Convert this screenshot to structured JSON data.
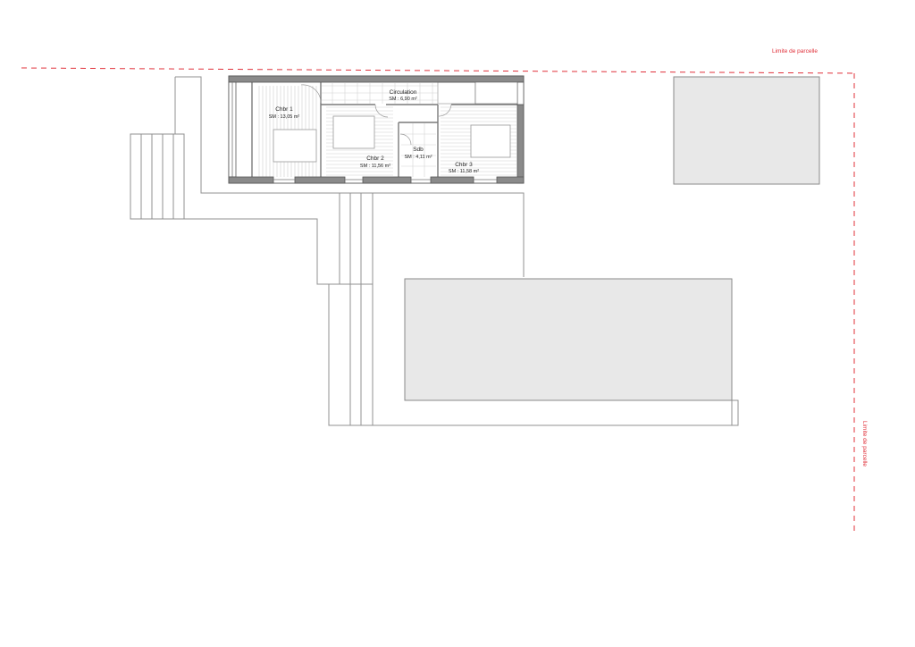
{
  "plan": {
    "limit_labels": {
      "top": "Limite de parcelle",
      "right": "Limite de parcelle"
    },
    "rooms": [
      {
        "id": "chbr1",
        "name": "Chbr 1",
        "area": "SM : 13,05 m²"
      },
      {
        "id": "circulation",
        "name": "Circulation",
        "area": "SM : 6,90 m²"
      },
      {
        "id": "chbr2",
        "name": "Chbr 2",
        "area": "SM : 11,56 m²"
      },
      {
        "id": "sdb",
        "name": "Sdb",
        "area": "SM : 4,11 m²"
      },
      {
        "id": "chbr3",
        "name": "Chbr 3",
        "area": "SM : 11,58 m²"
      }
    ],
    "colors": {
      "limit_line": "#e0303a",
      "wall": "#8a8a8a",
      "building_fill": "#e8e8e8"
    }
  }
}
